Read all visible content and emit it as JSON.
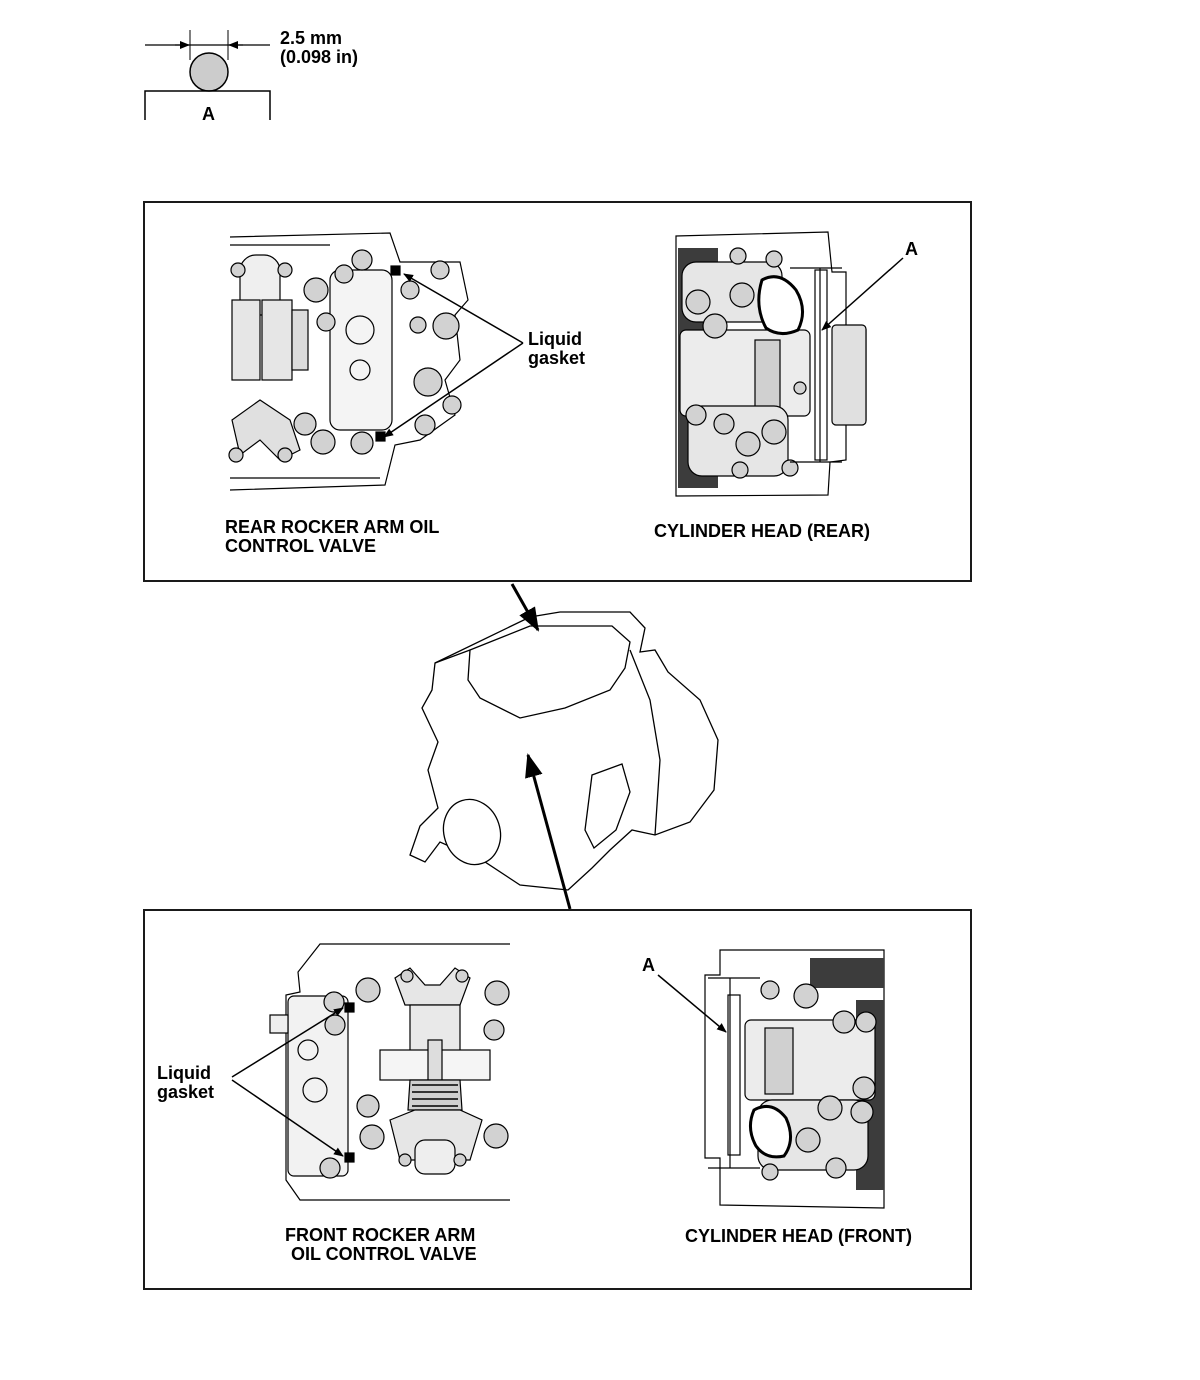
{
  "bead_spec": {
    "dimension_mm": "2.5 mm",
    "dimension_in": "(0.098 in)",
    "label": "A"
  },
  "rear_panel": {
    "valve_title_line1": "REAR ROCKER ARM OIL",
    "valve_title_line2": "CONTROL VALVE",
    "head_title": "CYLINDER HEAD (REAR)",
    "gasket_line1": "Liquid",
    "gasket_line2": "gasket",
    "callout_a": "A"
  },
  "front_panel": {
    "valve_title_line1": "FRONT ROCKER ARM",
    "valve_title_line2": "OIL CONTROL VALVE",
    "head_title": "CYLINDER HEAD (FRONT)",
    "gasket_line1": "Liquid",
    "gasket_line2": "gasket",
    "callout_a": "A"
  }
}
